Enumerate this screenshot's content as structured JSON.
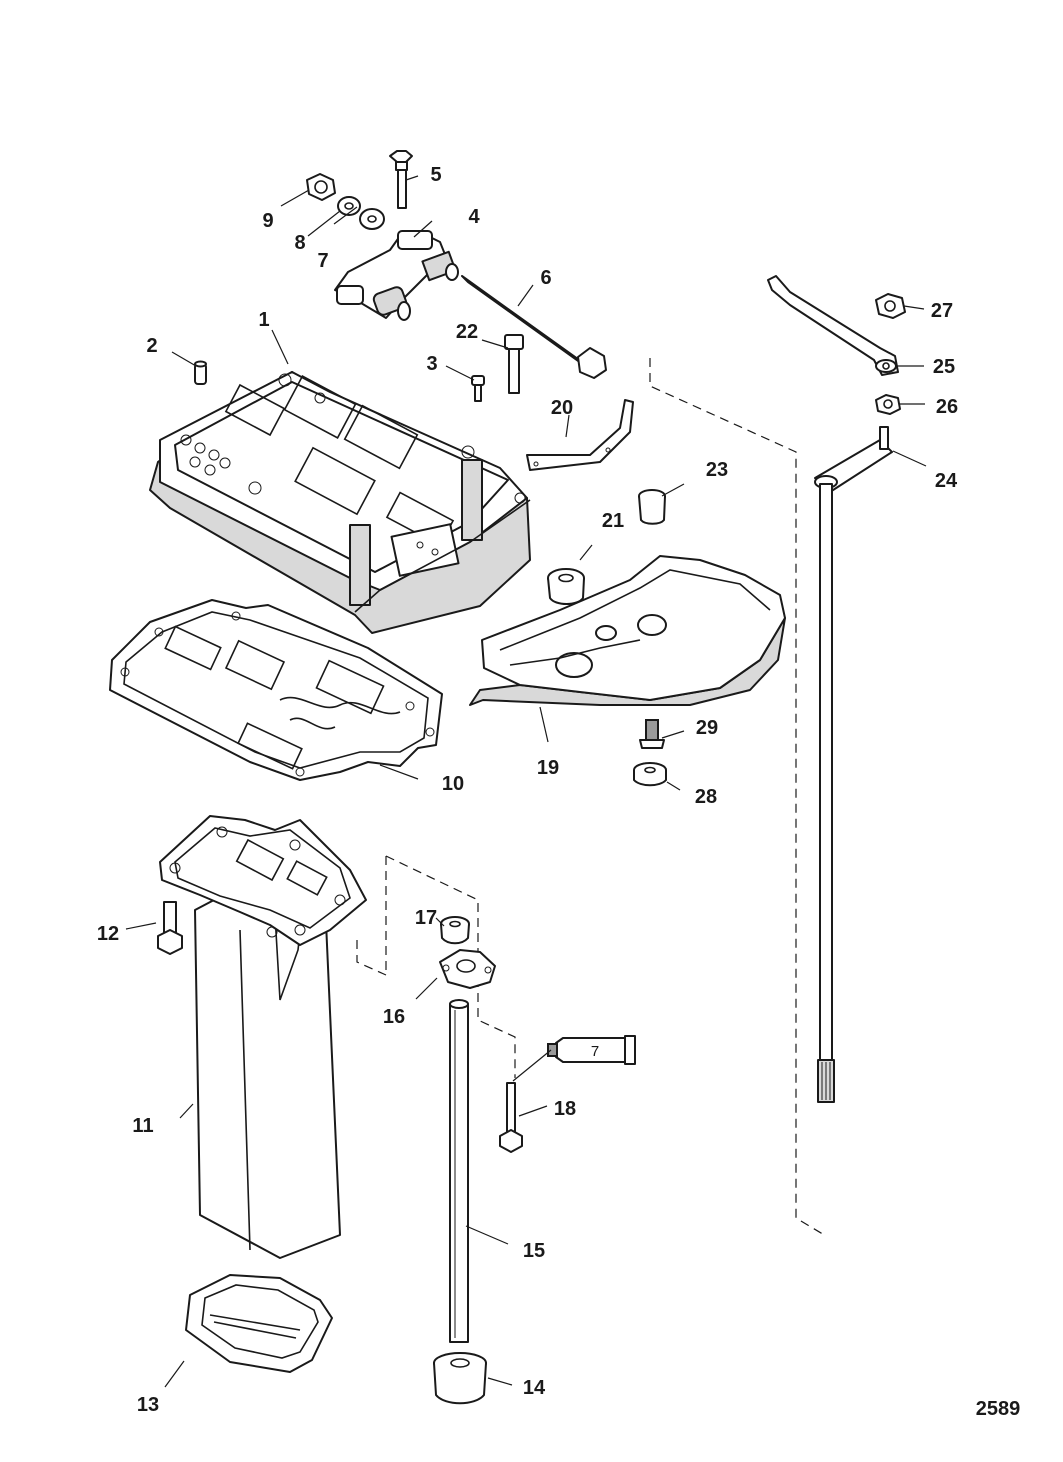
{
  "figure_number": "2589",
  "callouts": {
    "c1": "1",
    "c2": "2",
    "c3": "3",
    "c4": "4",
    "c5": "5",
    "c6": "6",
    "c7": "7",
    "c8": "8",
    "c9": "9",
    "c10": "10",
    "c11": "11",
    "c12": "12",
    "c13": "13",
    "c14": "14",
    "c15": "15",
    "c16": "16",
    "c17": "17",
    "c18": "18",
    "c19": "19",
    "c20": "20",
    "c21": "21",
    "c22": "22",
    "c23": "23",
    "c24": "24",
    "c25": "25",
    "c26": "26",
    "c27": "27",
    "c28": "28",
    "c29": "29"
  },
  "sealant_tube_label": "7"
}
